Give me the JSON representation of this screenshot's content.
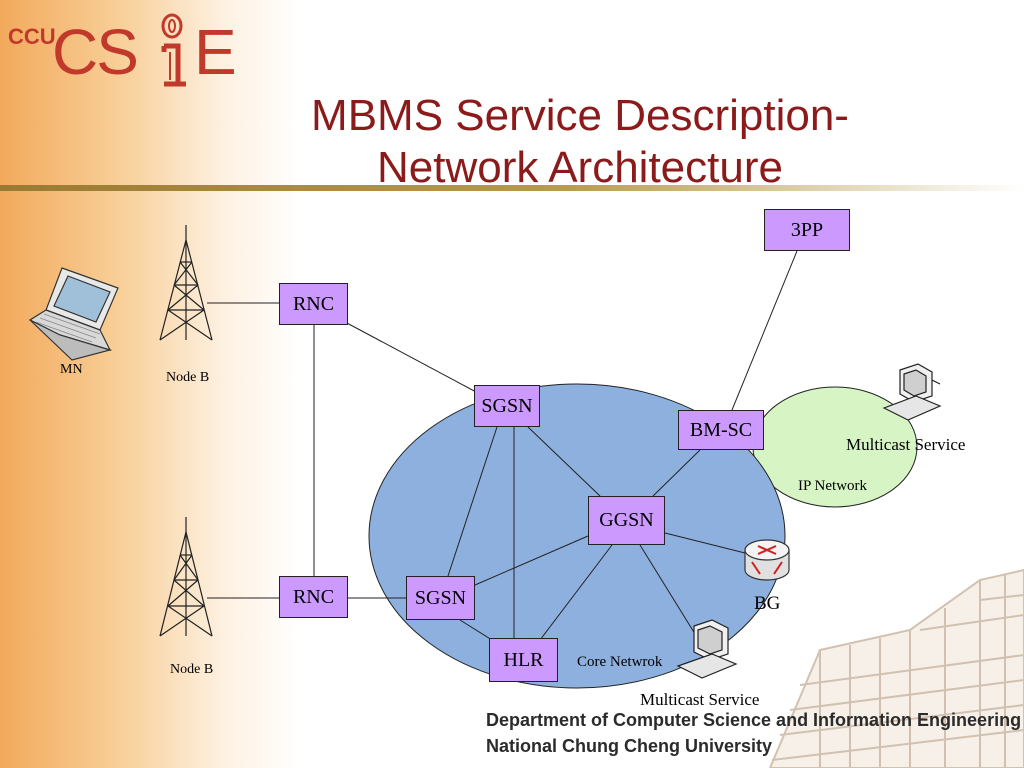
{
  "logo": {
    "ccu": "CCU",
    "cs": "CS",
    "e": "E"
  },
  "title": {
    "line1": "MBMS Service Description-",
    "line2": "Network Architecture"
  },
  "nodes": {
    "rnc_top": "RNC",
    "rnc_bottom": "RNC",
    "sgsn_top": "SGSN",
    "sgsn_bottom": "SGSN",
    "ggsn": "GGSN",
    "bmsc": "BM-SC",
    "hlr": "HLR",
    "pp3": "3PP"
  },
  "labels": {
    "mn": "MN",
    "nodeb_top": "Node B",
    "nodeb_bottom": "Node B",
    "multicast_service_ip": "Multicast Service",
    "ip_network": "IP Network",
    "bg": "BG",
    "core_network": "Core Netwrok",
    "multicast_service_core": "Multicast Service"
  },
  "footer": {
    "line1": "Department of Computer Science and Information Engineering",
    "line2": "National Chung Cheng University"
  },
  "colors": {
    "title": "#8b1a1a",
    "logo": "#c0392b",
    "node_fill": "#cc99ff",
    "core_network_fill": "#8eb0df",
    "ip_network_fill": "#d7f5c4"
  }
}
